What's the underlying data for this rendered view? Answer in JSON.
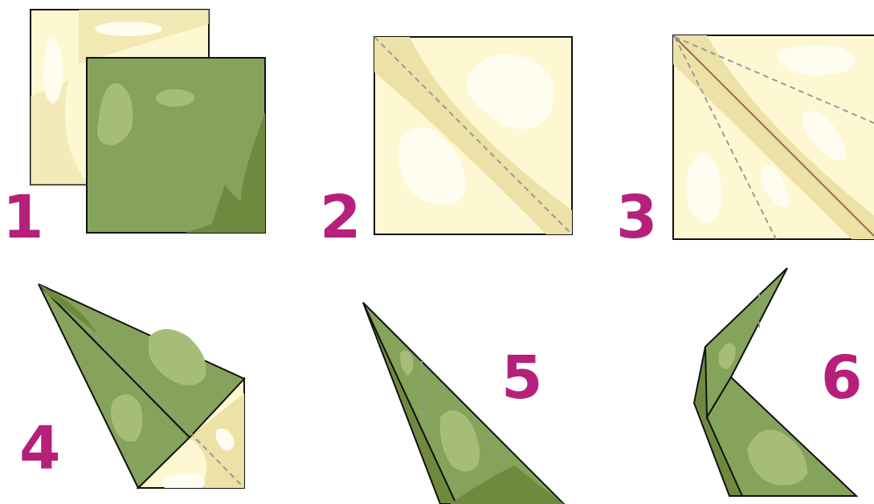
{
  "colors": {
    "paper_cream": "#fdf8d2",
    "paper_cream_shadow": "#ece1a6",
    "paper_highlight": "#fffdf0",
    "paper_green": "#85a35a",
    "paper_green_dark": "#6f8a3e",
    "paper_green_light": "#a6bd78",
    "outline": "#111111",
    "fold_guide": "#999999",
    "crease": "#9a6b4a",
    "step_number": "#b5217a"
  },
  "steps": [
    {
      "number": "1",
      "description_icon": "two-squares-cream-and-green"
    },
    {
      "number": "2",
      "description_icon": "square-with-diagonal-fold-line"
    },
    {
      "number": "3",
      "description_icon": "square-with-kite-fold-lines"
    },
    {
      "number": "4",
      "description_icon": "kite-base-folded"
    },
    {
      "number": "5",
      "description_icon": "narrow-folded-triangle"
    },
    {
      "number": "6",
      "description_icon": "inside-reverse-fold-neck"
    }
  ]
}
